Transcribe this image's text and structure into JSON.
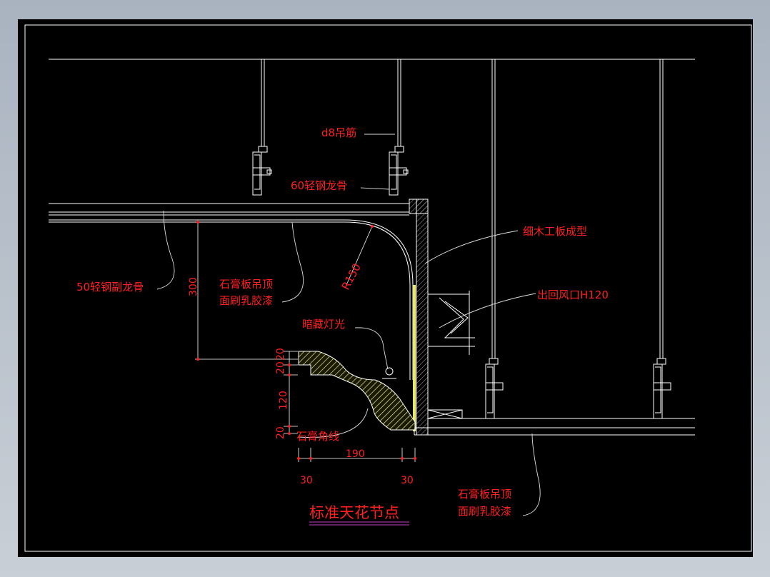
{
  "drawing": {
    "title": "标准天花节点",
    "labels": {
      "hanger_rod": "d8吊筋",
      "main_keel": "60轻钢龙骨",
      "sub_keel": "50轻钢副龙骨",
      "board_shape": "细木工板成型",
      "gypsum_ceiling_1": "石膏板吊顶",
      "gypsum_paint_1": "面刷乳胶漆",
      "air_outlet": "出回风口H120",
      "hidden_light": "暗藏灯光",
      "cornice": "石膏角线",
      "radius": "R150",
      "gypsum_ceiling_2": "石膏板吊顶",
      "gypsum_paint_2": "面刷乳胶漆"
    },
    "dimensions": {
      "height_300": "300",
      "d20a": "20",
      "d20b": "20",
      "d120": "120",
      "d20c": "20",
      "w190": "190",
      "w30a": "30",
      "w30b": "30"
    }
  },
  "colors": {
    "background": "#000000",
    "frame": "#ffffff",
    "text": "#ff2020",
    "leader": "#ffffff",
    "hatch_fill": "#e8e8a0",
    "title_underline": "#c040c0"
  }
}
